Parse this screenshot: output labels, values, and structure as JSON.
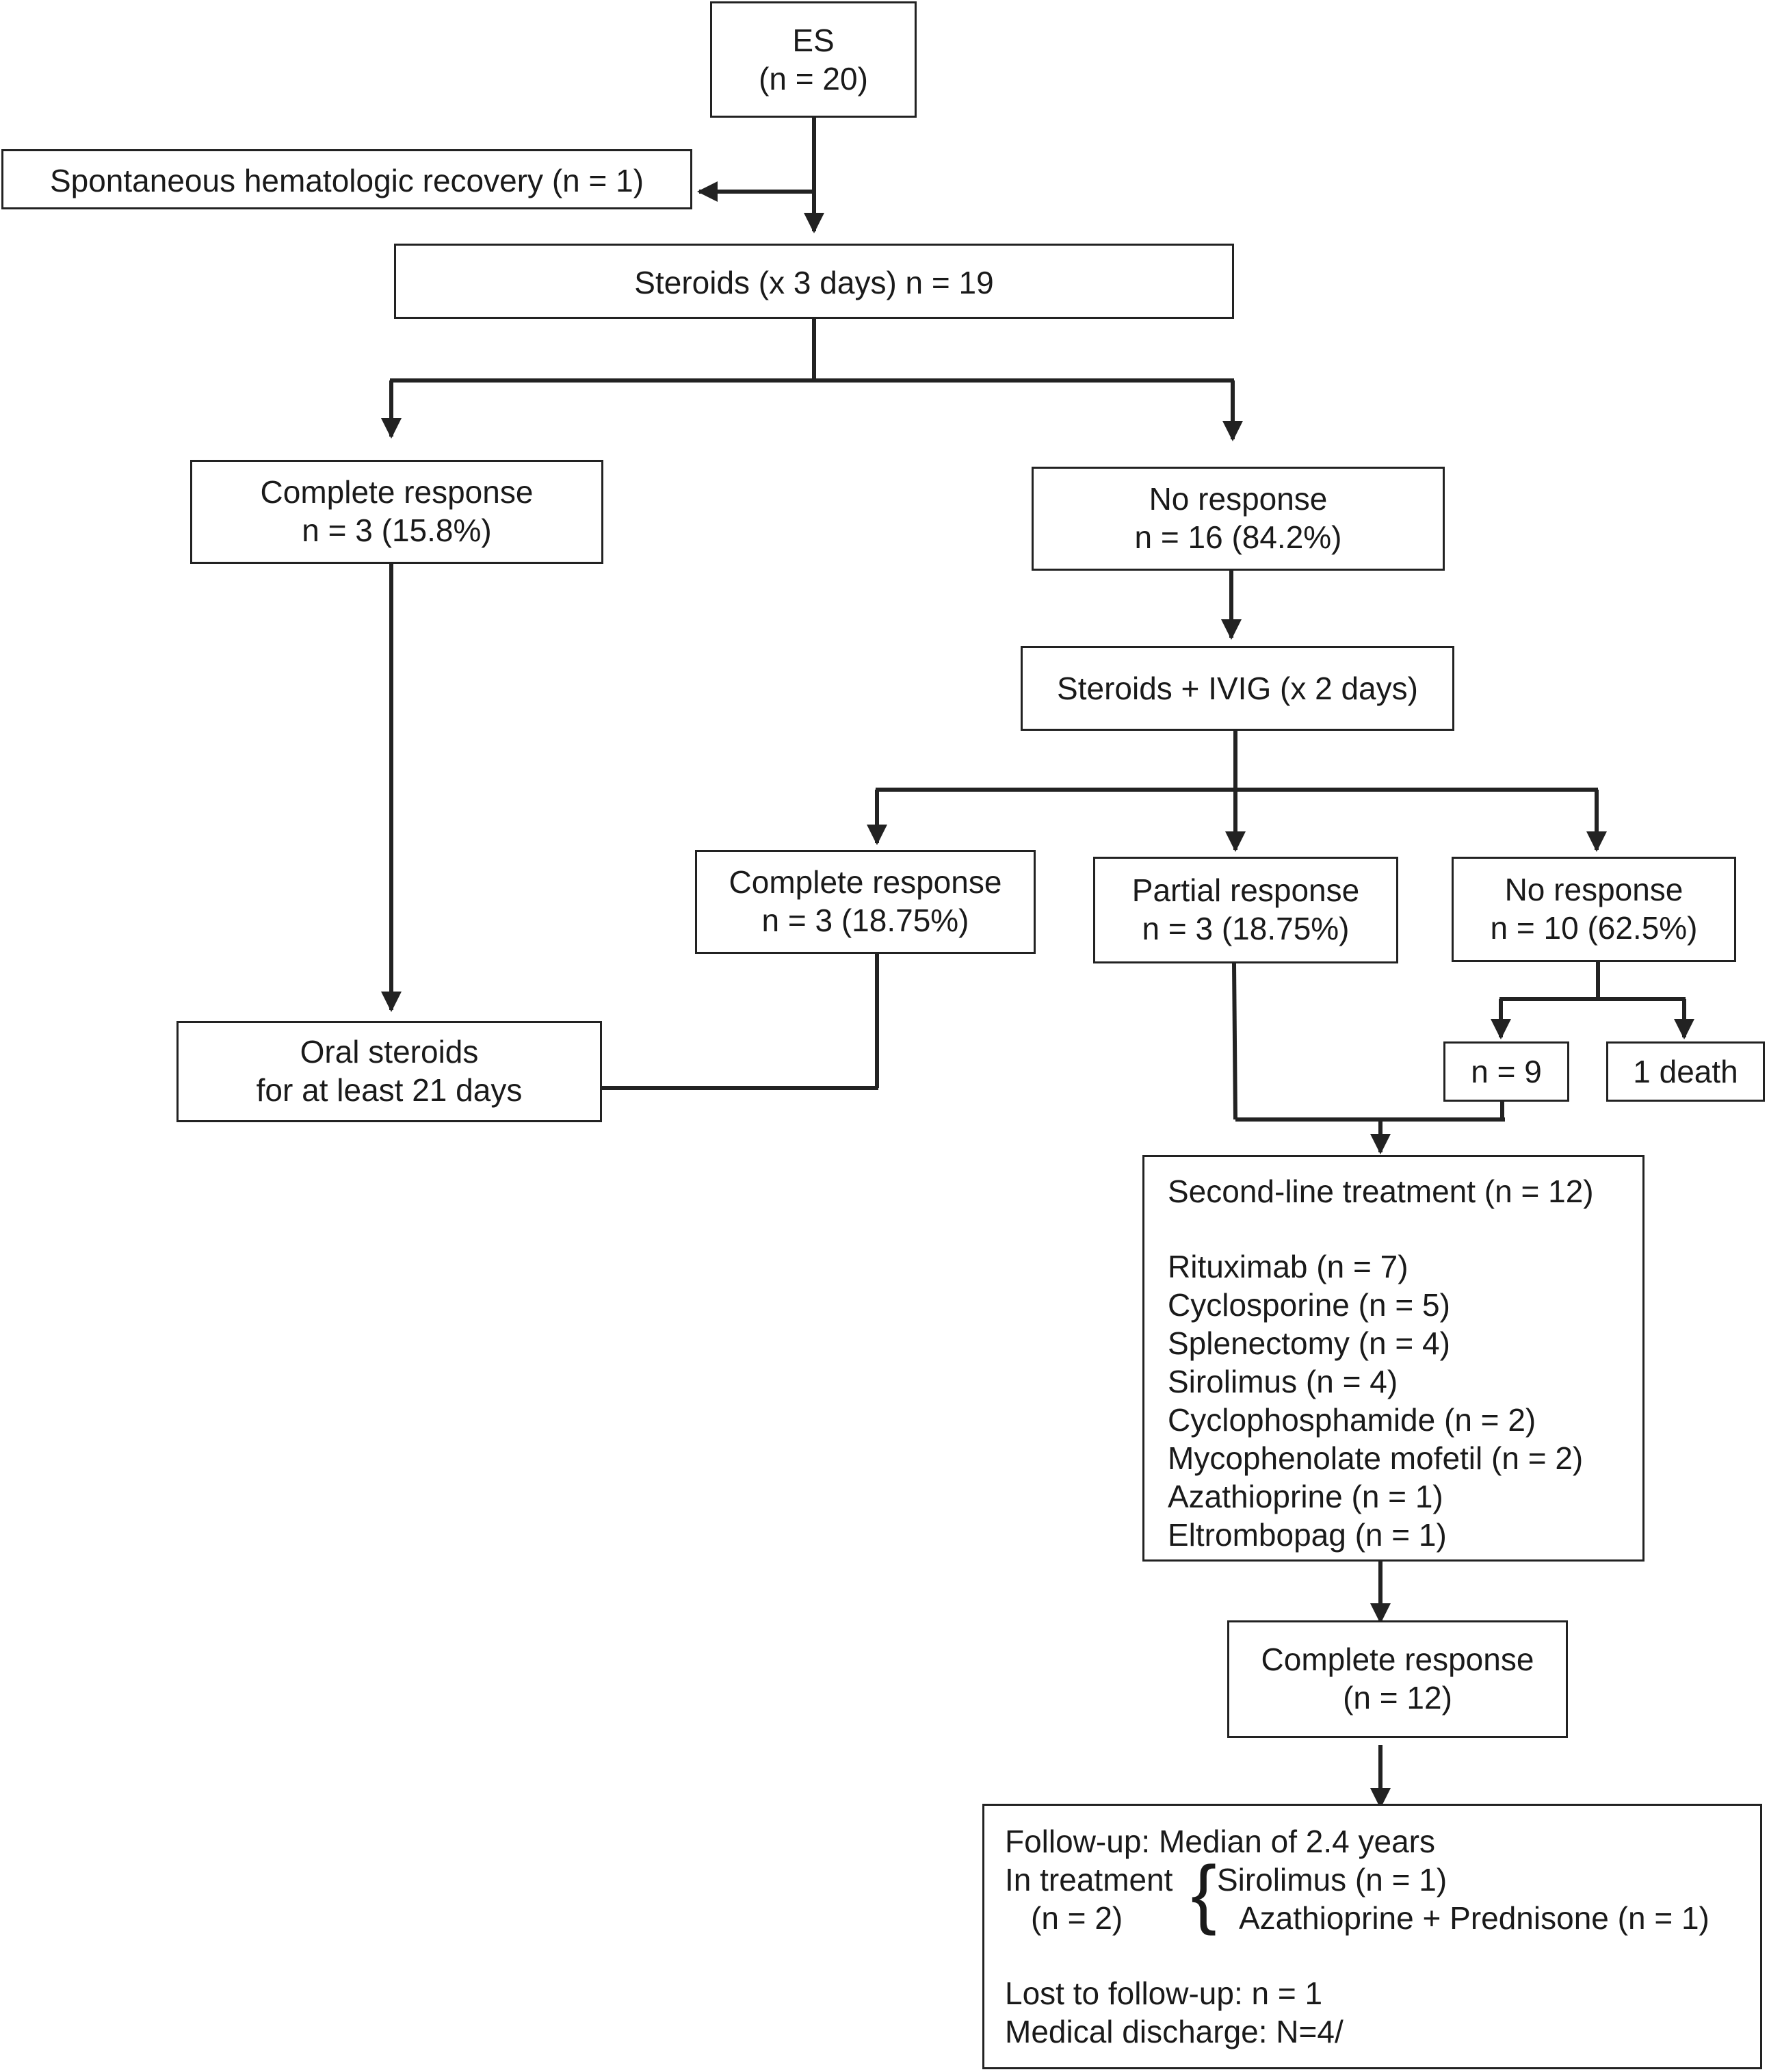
{
  "nodes": {
    "es": {
      "line1": "ES",
      "line2": "(n = 20)"
    },
    "spontaneous": {
      "text": "Spontaneous hematologic recovery (n = 1)"
    },
    "steroids3": {
      "text": "Steroids (x 3 days) n = 19"
    },
    "cr1": {
      "line1": "Complete response",
      "line2": "n = 3 (15.8%)"
    },
    "nr1": {
      "line1": "No response",
      "line2": "n = 16 (84.2%)"
    },
    "ivig": {
      "text": "Steroids + IVIG (x 2 days)"
    },
    "cr2": {
      "line1": "Complete response",
      "line2": "n = 3 (18.75%)"
    },
    "pr": {
      "line1": "Partial response",
      "line2": "n = 3 (18.75%)"
    },
    "nr2": {
      "line1": "No response",
      "line2": "n = 10 (62.5%)"
    },
    "n9": {
      "text": "n = 9"
    },
    "death": {
      "text": "1 death"
    },
    "oral": {
      "line1": "Oral steroids",
      "line2": "for at least 21 days"
    },
    "second": {
      "title": "Second-line treatment (n = 12)",
      "items": [
        "Rituximab (n = 7)",
        "Cyclosporine (n = 5)",
        "Splenectomy (n = 4)",
        "Sirolimus (n = 4)",
        "Cyclophosphamide (n = 2)",
        "Mycophenolate mofetil (n = 2)",
        "Azathioprine (n = 1)",
        "Eltrombopag (n = 1)"
      ]
    },
    "cr3": {
      "line1": "Complete response",
      "line2": "(n = 12)"
    },
    "followup": {
      "line1": "Follow-up: Median of 2.4 years",
      "treat_label": "In treatment",
      "treat_n": "(n = 2)",
      "treat_item1": "Sirolimus (n = 1)",
      "treat_item2": "Azathioprine + Prednisone (n = 1)",
      "lost": "Lost to follow-up: n = 1",
      "discharge": "Medical discharge: N=4/"
    }
  },
  "colors": {
    "line": "#222222",
    "text": "#1a1a1a",
    "background": "#ffffff"
  }
}
